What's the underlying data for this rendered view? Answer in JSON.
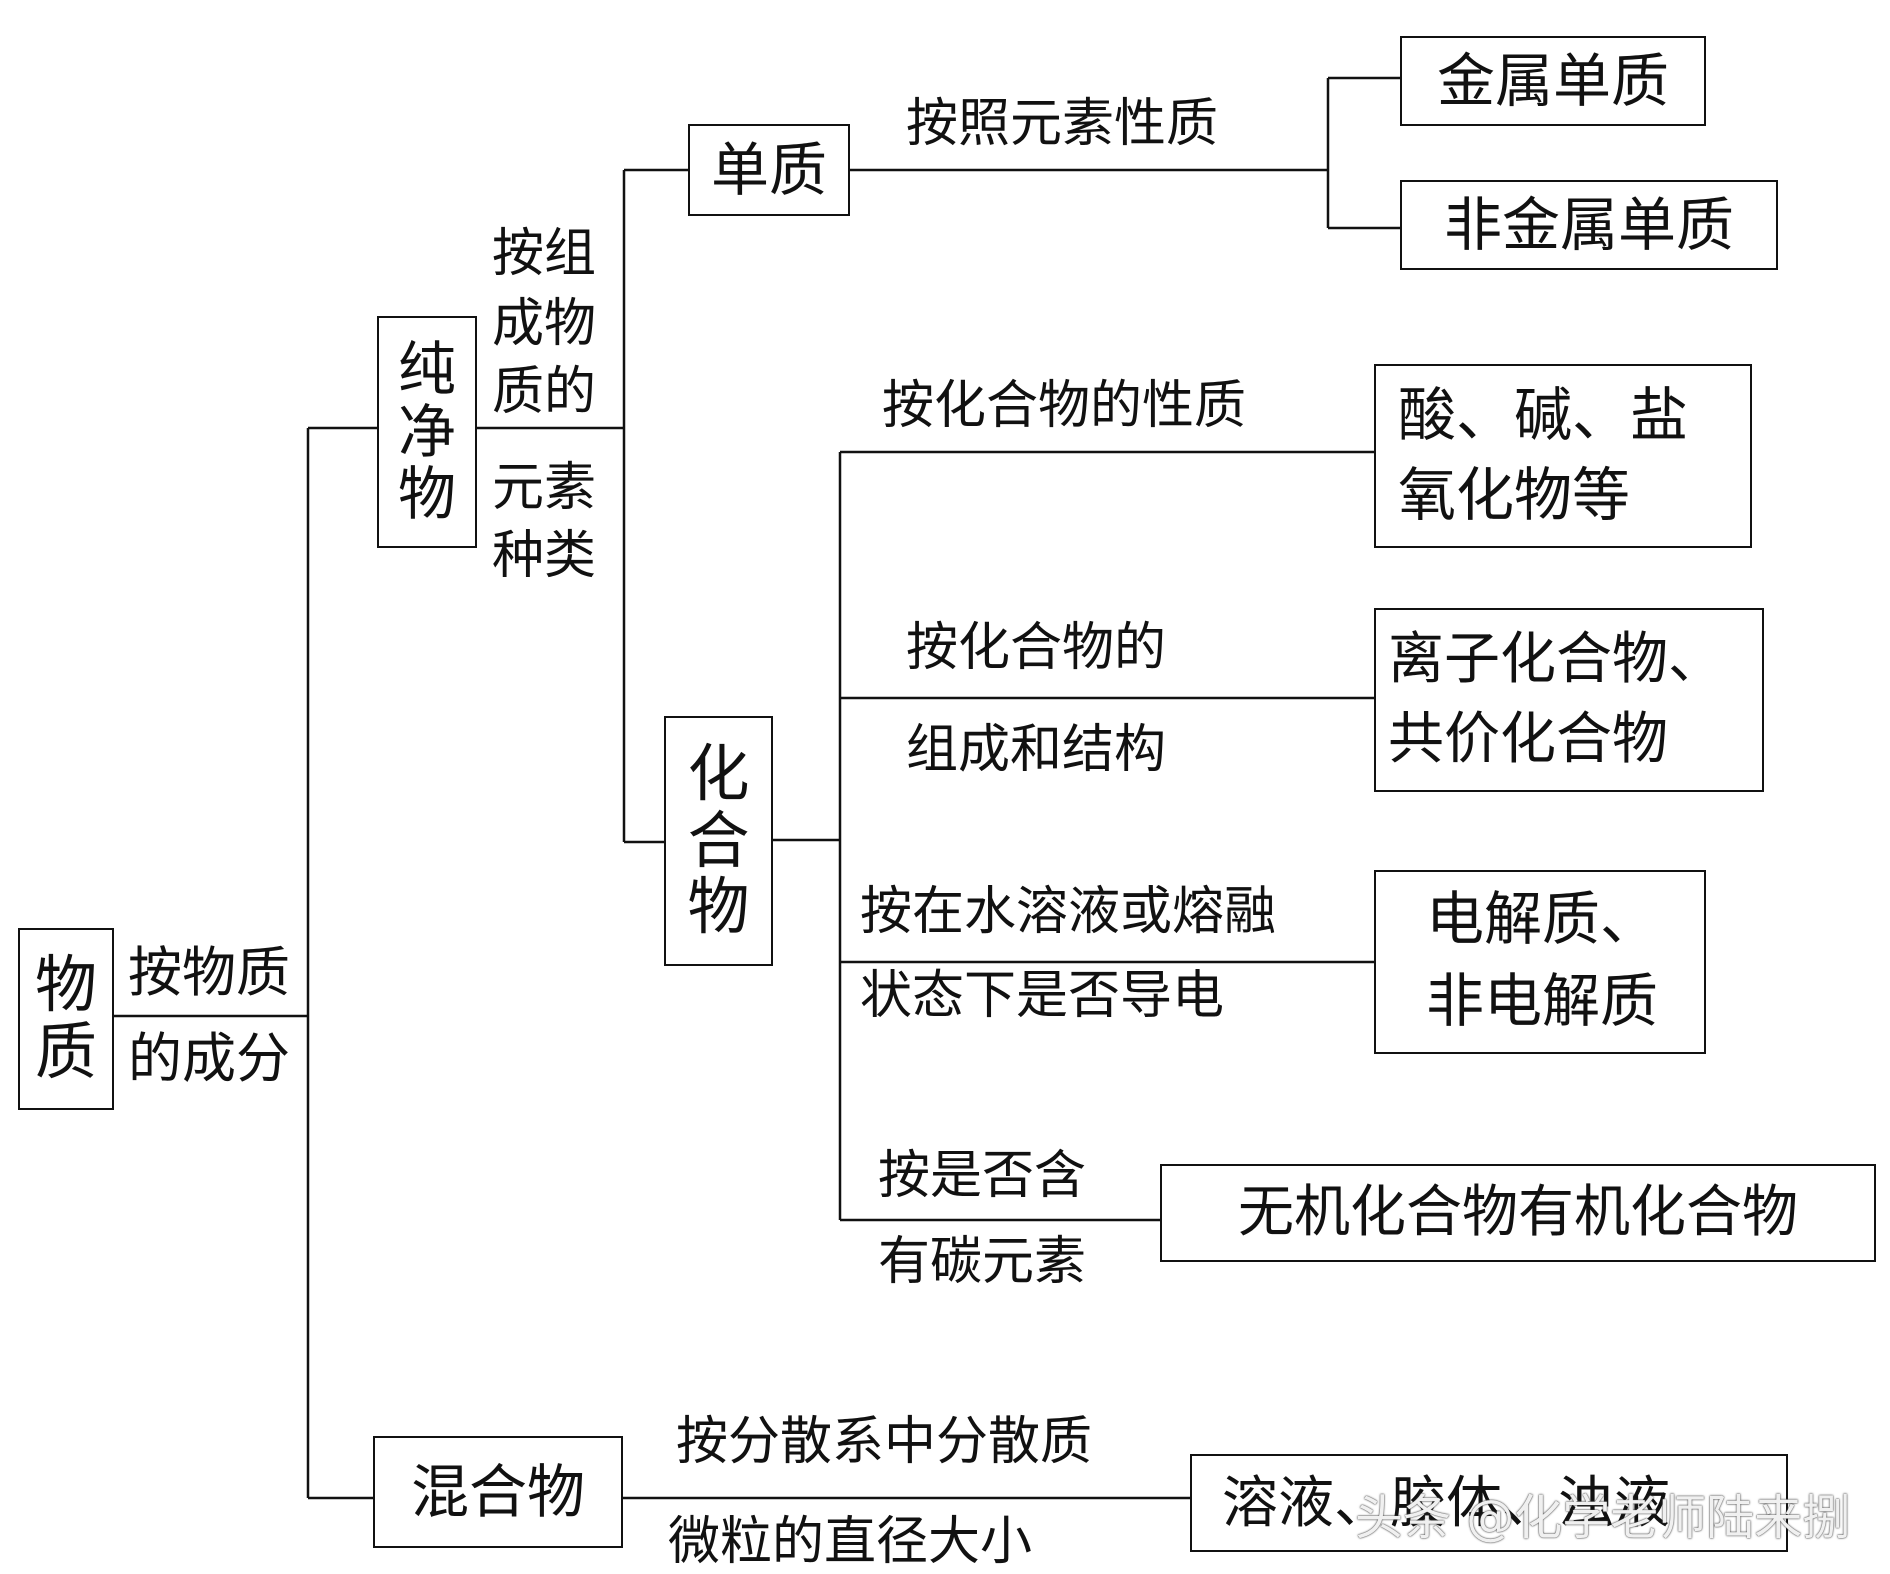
{
  "root": {
    "chars": [
      "物",
      "质"
    ],
    "criterion": [
      "按物质",
      "的成分"
    ]
  },
  "pure": {
    "chars": [
      "纯",
      "净",
      "物"
    ],
    "criterion_top": [
      "按组",
      "成物",
      "质的"
    ],
    "criterion_bottom": [
      "元素",
      "种类"
    ]
  },
  "element": {
    "label": "单质",
    "criterion": "按照元素性质",
    "children": [
      "金属单质",
      "非金属单质"
    ]
  },
  "compound": {
    "chars": [
      "化",
      "合",
      "物"
    ],
    "branches": [
      {
        "criterion": [
          "按化合物的性质"
        ],
        "result": [
          "酸、碱、盐",
          "氧化物等"
        ]
      },
      {
        "criterion": [
          "按化合物的",
          "组成和结构"
        ],
        "result": [
          "离子化合物、",
          "共价化合物"
        ]
      },
      {
        "criterion": [
          "按在水溶液或熔融",
          "状态下是否导电"
        ],
        "result": [
          "电解质、",
          "非电解质"
        ]
      },
      {
        "criterion": [
          "按是否含",
          "有碳元素"
        ],
        "result": [
          "无机化合物有机化合物"
        ]
      }
    ]
  },
  "mixture": {
    "label": "混合物",
    "criterion": [
      "按分散系中分散质",
      "微粒的直径大小"
    ],
    "result": "溶液、胶体、浊液"
  },
  "watermark": "头条 @化学老师陆来捌"
}
